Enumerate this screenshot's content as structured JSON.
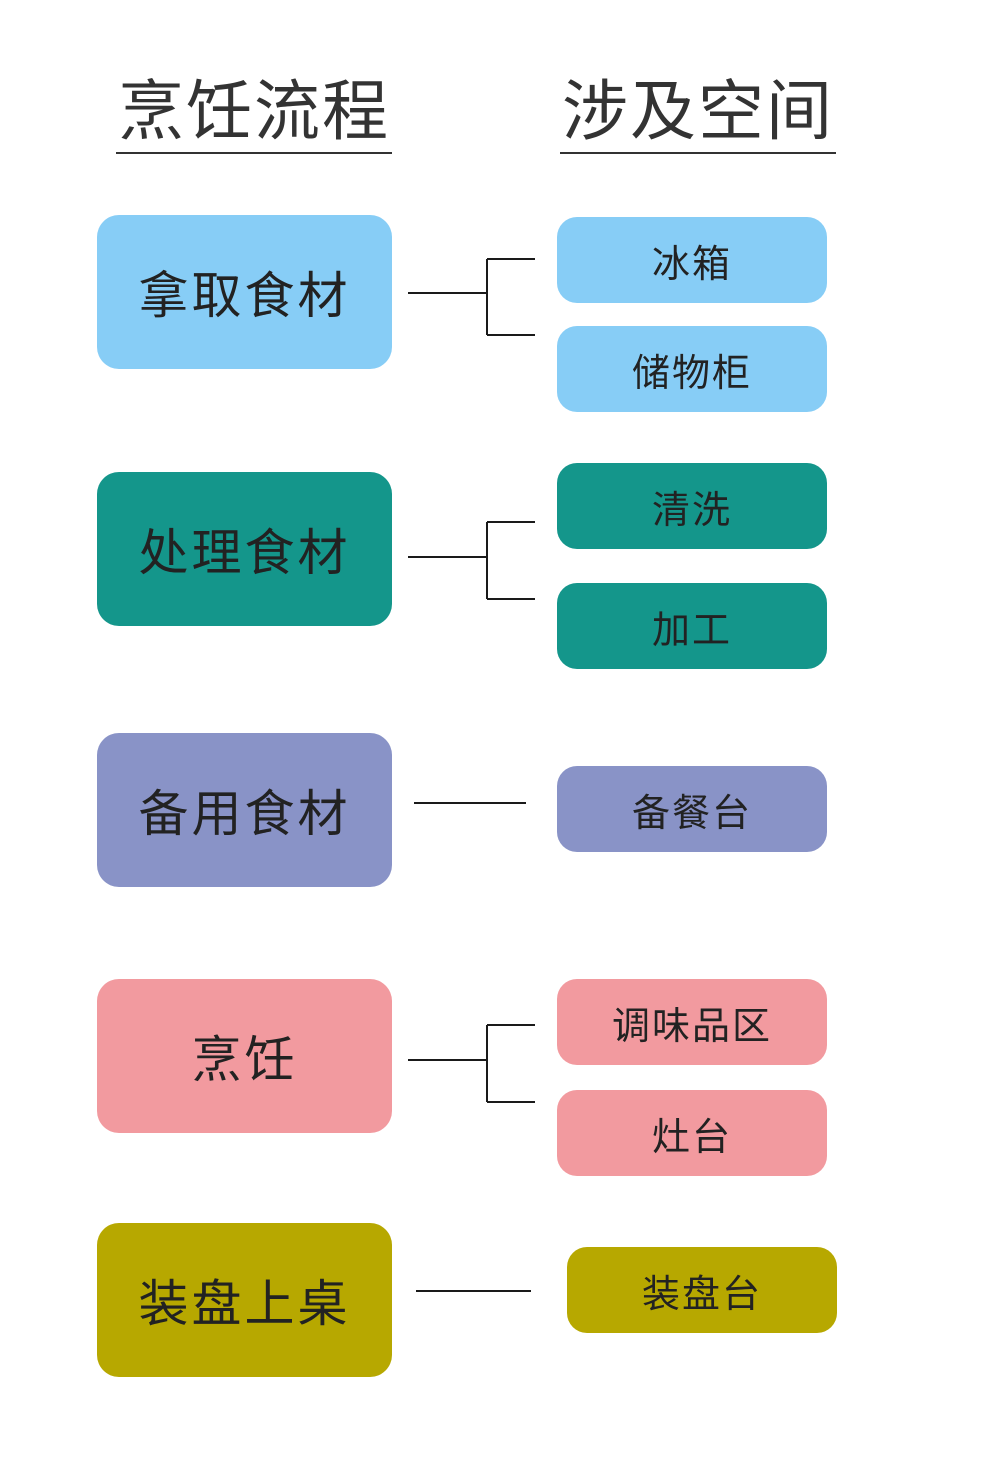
{
  "headers": {
    "process": "烹饪流程",
    "spaces": "涉及空间"
  },
  "steps": [
    {
      "label": "拿取食材",
      "color": "#87cdf6",
      "spaces": [
        "冰箱",
        "储物柜"
      ]
    },
    {
      "label": "处理食材",
      "color": "#14968b",
      "spaces": [
        "清洗",
        "加工"
      ]
    },
    {
      "label": "备用食材",
      "color": "#8993c7",
      "spaces": [
        "备餐台"
      ]
    },
    {
      "label": "烹饪",
      "color": "#f29a9f",
      "spaces": [
        "调味品区",
        "灶台"
      ]
    },
    {
      "label": "装盘上桌",
      "color": "#b7a800",
      "spaces": [
        "装盘台"
      ]
    }
  ]
}
